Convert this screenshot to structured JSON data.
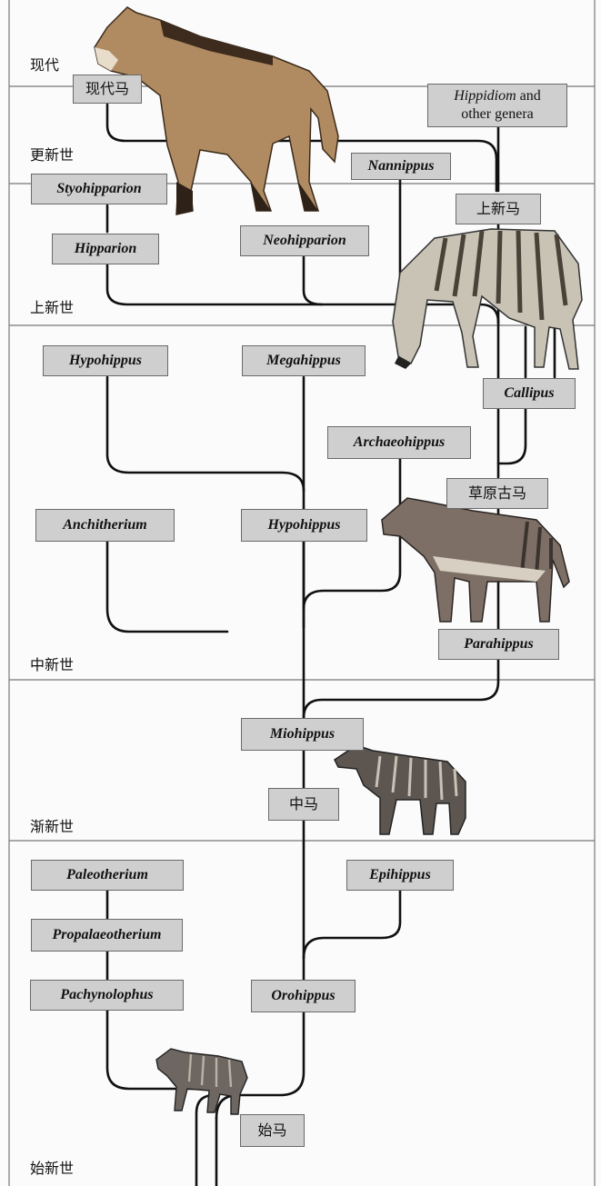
{
  "epochs": {
    "recent": "现代",
    "pleistocene": "更新世",
    "pliocene": "上新世",
    "miocene": "中新世",
    "oligocene": "渐新世",
    "eocene": "始新世"
  },
  "nodes": {
    "modern_horse": "现代马",
    "hippidiom_name": "Hippidiom",
    "hippidiom_rest": " and",
    "hippidiom_line2": "other genera",
    "nannippus": "Nannippus",
    "styohipparion": "Styohipparion",
    "pliohippus": "上新马",
    "hipparion": "Hipparion",
    "neohipparion": "Neohipparion",
    "hypohippus_upper": "Hypohippus",
    "megahippus": "Megahippus",
    "callipus": "Callipus",
    "archaeohippus": "Archaeohippus",
    "merychippus": "草原古马",
    "anchitherium": "Anchitherium",
    "hypohippus_lower": "Hypohippus",
    "parahippus": "Parahippus",
    "miohippus": "Miohippus",
    "mesohippus": "中马",
    "paleotherium": "Paleotherium",
    "epihippus": "Epihippus",
    "propalaeotherium": "Propalaeotherium",
    "pachynolophus": "Pachynolophus",
    "orohippus": "Orohippus",
    "eohippus": "始马"
  },
  "colors": {
    "box_fill": "#cfcfcf",
    "box_border": "#6a6a6a",
    "line": "#111111",
    "grid": "#777777"
  }
}
